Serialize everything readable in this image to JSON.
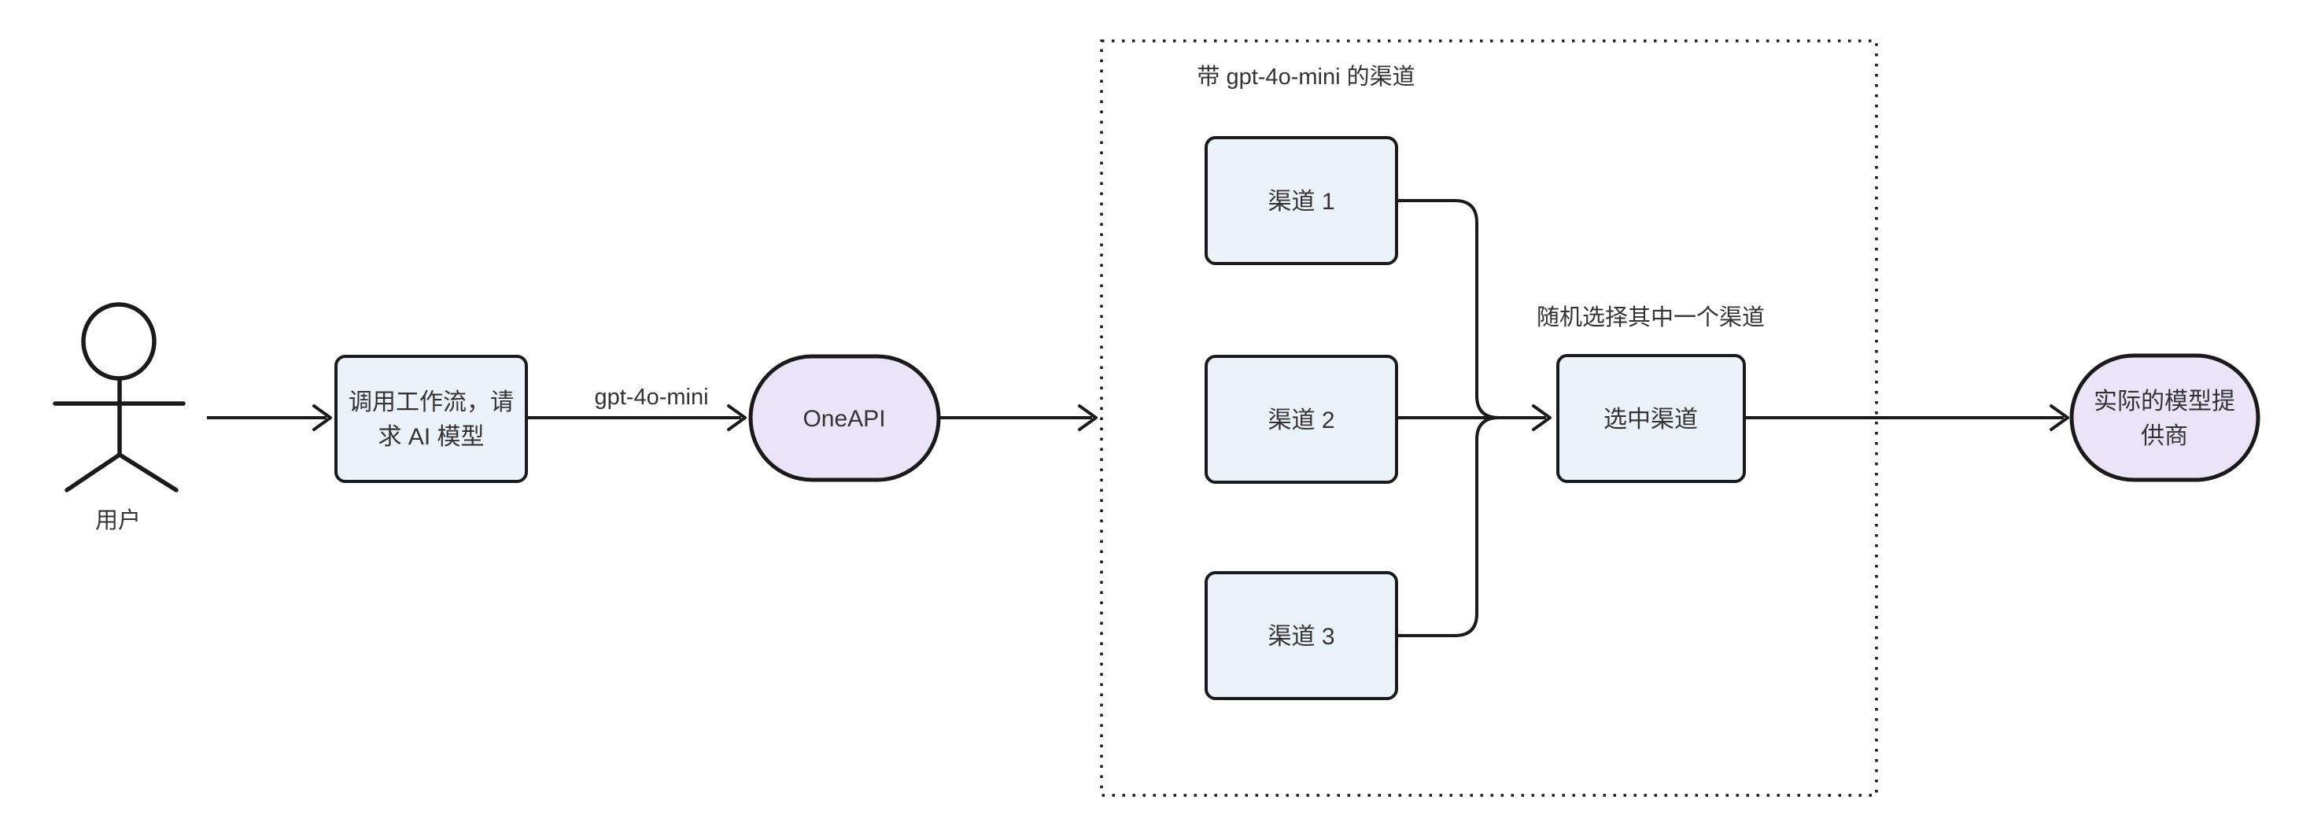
{
  "diagram": {
    "colors": {
      "box_fill": "#ecf2fa",
      "stadium_fill": "#ebe3f8",
      "stroke": "#1a1a1a",
      "text": "#333333"
    },
    "actor": {
      "label": "用户"
    },
    "nodes": {
      "workflow": {
        "line1": "调用工作流，请",
        "line2": "求 AI 模型"
      },
      "oneapi": {
        "label": "OneAPI"
      },
      "channel1": {
        "label": "渠道 1"
      },
      "channel2": {
        "label": "渠道 2"
      },
      "channel3": {
        "label": "渠道 3"
      },
      "selected": {
        "label": "选中渠道"
      },
      "provider": {
        "line1": "实际的模型提",
        "line2": "供商"
      }
    },
    "edge_labels": {
      "model": "gpt-4o-mini"
    },
    "container": {
      "title": "带 gpt-4o-mini 的渠道"
    },
    "annotations": {
      "random_select": "随机选择其中一个渠道"
    }
  }
}
